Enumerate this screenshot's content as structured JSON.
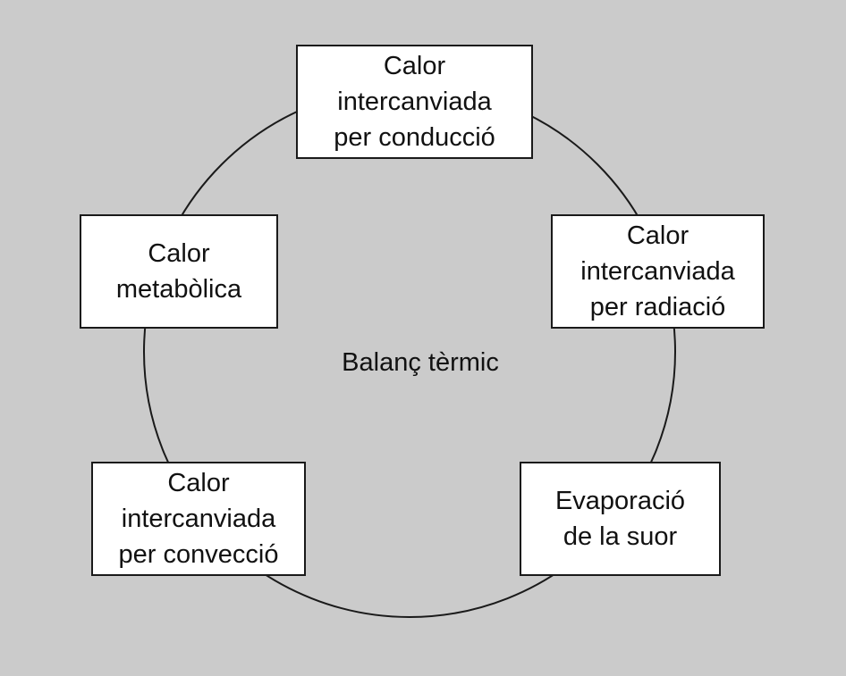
{
  "center_label": "Balanç tèrmic",
  "nodes": {
    "top": "Calor\nintercanviada\nper conducció",
    "right": "Calor\nintercanviada\nper radiació",
    "bottom_right": "Evaporació\nde la suor",
    "bottom_left": "Calor\nintercanviada\nper convecció",
    "left": "Calor\nmetabòlica"
  },
  "colors": {
    "background": "#cbcbcb",
    "box_fill": "#ffffff",
    "stroke": "#1a1a1a"
  }
}
